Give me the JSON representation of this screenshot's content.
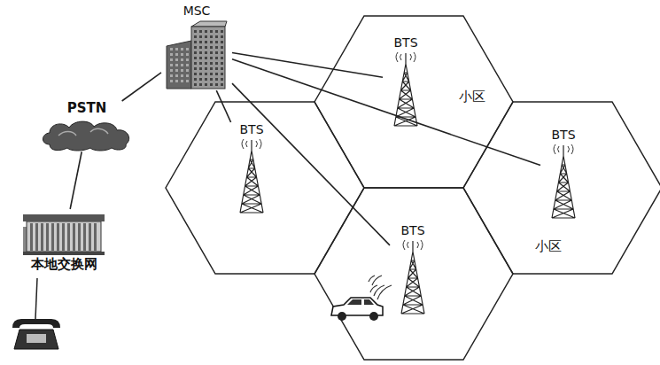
{
  "diagram": {
    "nodes": [
      {
        "text": [
          "MSC"
        ]
      },
      {
        "text": [
          "PSTN"
        ]
      },
      {
        "text": [
          "本地交换网"
        ]
      },
      {
        "text": [
          "小区"
        ]
      },
      {
        "text": [
          "BTS"
        ],
        "in": 3
      },
      {
        "text": [
          "BTS"
        ]
      },
      {
        "text": [
          "小区"
        ]
      },
      {
        "text": [
          "BTS"
        ],
        "in": 6
      },
      {
        "text": [
          "BTS"
        ]
      }
    ],
    "edges": [
      {
        "from": 0,
        "to": 1,
        "arrow": "none"
      },
      {
        "from": 1,
        "to": 2,
        "arrow": "none"
      },
      {
        "from": 0,
        "to": 4,
        "arrow": "none"
      },
      {
        "from": 0,
        "to": 5,
        "arrow": "none"
      },
      {
        "from": 0,
        "to": 7,
        "arrow": "none"
      },
      {
        "from": 0,
        "to": 8,
        "arrow": "none"
      }
    ]
  }
}
